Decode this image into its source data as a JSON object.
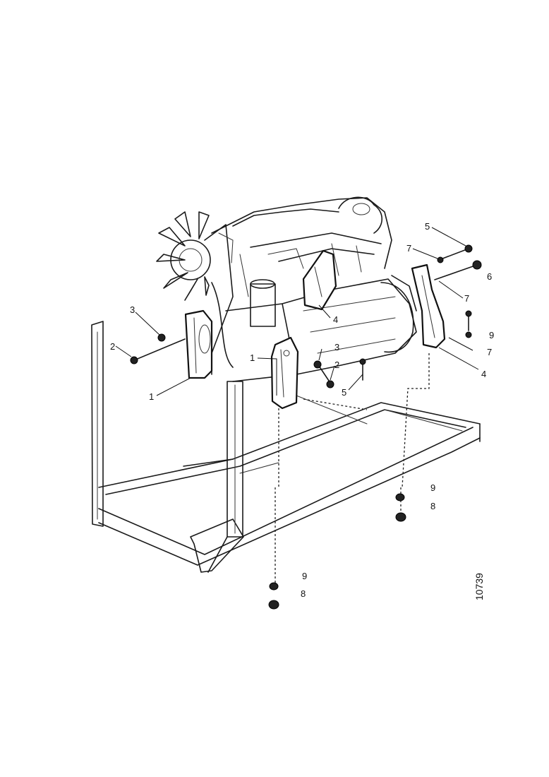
{
  "callouts": {
    "c1_left": "1",
    "c1_mid": "1",
    "c2_left": "2",
    "c2_mid": "2",
    "c3_left": "3",
    "c3_mid": "3",
    "c4_mid": "4",
    "c4_right": "4",
    "c5_top": "5",
    "c5_mid": "5",
    "c6_right": "6",
    "c7_a": "7",
    "c7_b": "7",
    "c7_c": "7",
    "c8_mid": "8",
    "c8_right": "8",
    "c9_mid": "9",
    "c9_right": "9",
    "c9_side": "9"
  },
  "drawing_ref": "10739"
}
